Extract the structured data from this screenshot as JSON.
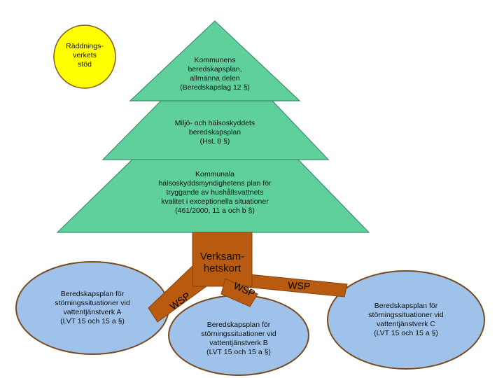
{
  "colors": {
    "tree_fill": "#5fcf9c",
    "tree_stroke": "#3a8f6a",
    "trunk": "#b85a10",
    "trunk_stroke": "#8a4208",
    "ellipse_fill": "#9ec2e9",
    "ellipse_stroke": "#7a4a1e",
    "sun_fill": "#ffff00",
    "sun_stroke": "#8a5a20"
  },
  "circle": {
    "text": "Räddnings-\nverkets\nstöd"
  },
  "tree": {
    "top": "Kommunens\nberedskapsplan,\nallmänna delen\n(Beredskapslag 12 §)",
    "middle": "Miljö- och hälsoskyddets\nberedskapsplan\n(HsL 8 §)",
    "bottom": "Kommunala\nhälsoskyddsmyndighetens plan för\ntryggande av hushållsvattnets\nkvalitet i exceptionella situationer\n(461/2000, 11 a och b §)"
  },
  "trunk": {
    "label": "Verksam-\nhetskort"
  },
  "branches": {
    "a": "WSP",
    "b": "WSP",
    "c": "WSP"
  },
  "plans": {
    "a": "Beredskapsplan för\nstörningssituationer vid\nvattentjänstverk A\n(LVT 15 och 15 a §)",
    "b": "Beredskapsplan för\nstörningssituationer vid\nvattentjänstverk B\n(LVT 15 och 15 a §)",
    "c": "Beredskapsplan för\nstörningssituationer vid\nvattentjänstverk C\n(LVT 15 och 15 a §)"
  }
}
